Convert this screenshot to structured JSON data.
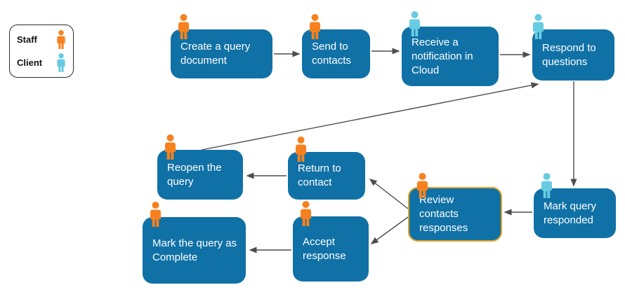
{
  "legend": {
    "items": [
      {
        "label": "Staff",
        "icon": "staff-person-icon",
        "color": "#F6821F"
      },
      {
        "label": "Client",
        "icon": "client-person-icon",
        "color": "#67CBE2"
      }
    ]
  },
  "diagram": {
    "type": "flowchart",
    "node_fill_color": "#1071A6",
    "node_text_color": "#FFFFFF",
    "highlight_border_color": "#DFA226",
    "arrow_color": "#4D4D4D",
    "nodes": [
      {
        "id": "create-query-document",
        "label": "Create a query document",
        "actor": "Staff",
        "highlighted": false
      },
      {
        "id": "send-to-contacts",
        "label": "Send to contacts",
        "actor": "Staff",
        "highlighted": false
      },
      {
        "id": "receive-notification",
        "label": "Receive a notification in Cloud",
        "actor": "Client",
        "highlighted": false
      },
      {
        "id": "respond-to-questions",
        "label": "Respond to questions",
        "actor": "Client",
        "highlighted": false
      },
      {
        "id": "reopen-the-query",
        "label": "Reopen the query",
        "actor": "Staff",
        "highlighted": false
      },
      {
        "id": "return-to-contact",
        "label": "Return to contact",
        "actor": "Staff",
        "highlighted": false
      },
      {
        "id": "review-contacts-responses",
        "label": "Review contacts responses",
        "actor": "Staff",
        "highlighted": true
      },
      {
        "id": "mark-query-responded",
        "label": "Mark query responded",
        "actor": "Client",
        "highlighted": false
      },
      {
        "id": "mark-query-as-complete",
        "label": "Mark the query as Complete",
        "actor": "Staff",
        "highlighted": false
      },
      {
        "id": "accept-response",
        "label": "Accept response",
        "actor": "Staff",
        "highlighted": false
      }
    ],
    "edges": [
      {
        "from": "create-query-document",
        "to": "send-to-contacts"
      },
      {
        "from": "send-to-contacts",
        "to": "receive-notification"
      },
      {
        "from": "receive-notification",
        "to": "respond-to-questions"
      },
      {
        "from": "respond-to-questions",
        "to": "mark-query-responded"
      },
      {
        "from": "mark-query-responded",
        "to": "review-contacts-responses"
      },
      {
        "from": "review-contacts-responses",
        "to": "return-to-contact"
      },
      {
        "from": "review-contacts-responses",
        "to": "accept-response"
      },
      {
        "from": "return-to-contact",
        "to": "reopen-the-query"
      },
      {
        "from": "accept-response",
        "to": "mark-query-as-complete"
      },
      {
        "from": "reopen-the-query",
        "to": "respond-to-questions"
      }
    ]
  }
}
